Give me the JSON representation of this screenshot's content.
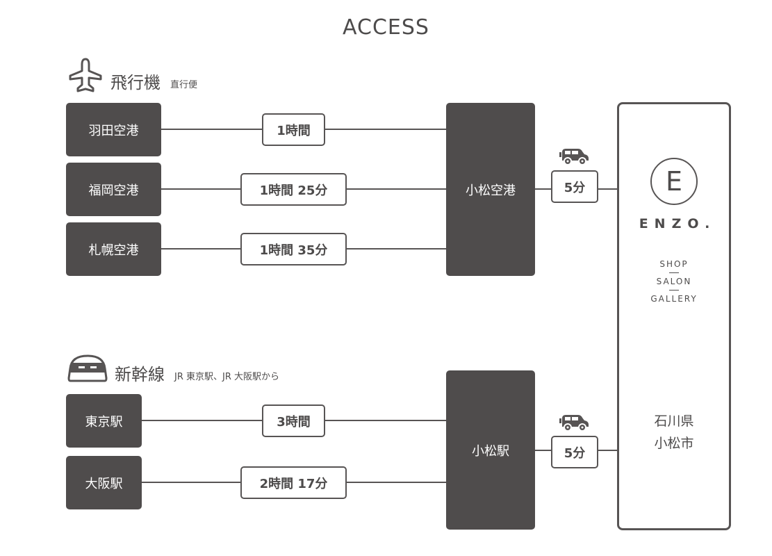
{
  "title": "ACCESS",
  "colors": {
    "dark_box": "#4f4c4c",
    "line": "#575454",
    "text": "#4d4b4b",
    "background": "#ffffff"
  },
  "air": {
    "icon": "airplane-icon",
    "title": "飛行機",
    "subtitle": "直行便",
    "hub": "小松空港",
    "routes": [
      {
        "origin": "羽田空港",
        "duration": "1時間"
      },
      {
        "origin": "福岡空港",
        "duration": "1時間 25分"
      },
      {
        "origin": "札幌空港",
        "duration": "1時間 35分"
      }
    ],
    "transfer": {
      "icon": "car-icon",
      "duration": "5分"
    }
  },
  "rail": {
    "icon": "bullet-train-icon",
    "title": "新幹線",
    "subtitle": "JR 東京駅、JR 大阪駅から",
    "hub": "小松駅",
    "routes": [
      {
        "origin": "東京駅",
        "duration": "3時間"
      },
      {
        "origin": "大阪駅",
        "duration": "2時間 17分"
      }
    ],
    "transfer": {
      "icon": "car-icon",
      "duration": "5分"
    }
  },
  "destination": {
    "logo_letter": "E",
    "brand": "ENZO.",
    "services": [
      "SHOP",
      "SALON",
      "GALLERY"
    ],
    "location": [
      "石川県",
      "小松市"
    ]
  }
}
